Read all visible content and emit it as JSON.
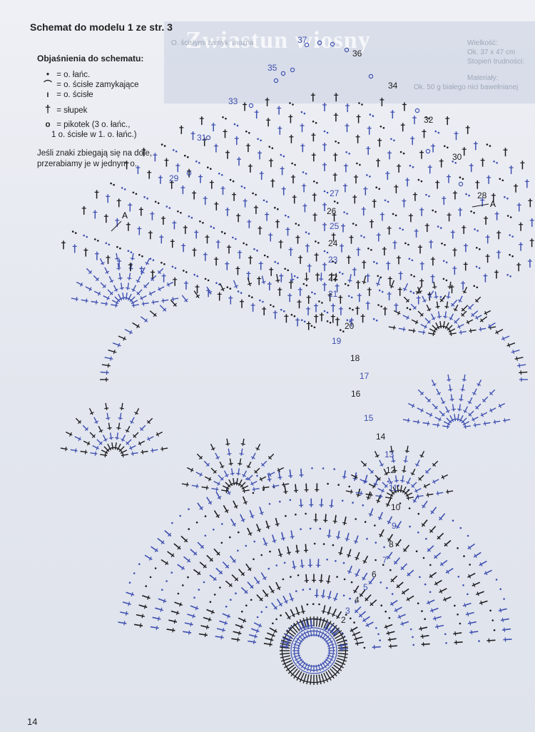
{
  "heading": "Schemat do modelu 1 ze str. 3",
  "legend": {
    "title": "Objaśnienia do schematu:",
    "items": [
      {
        "symbol": "•",
        "text": "= o. łańc."
      },
      {
        "symbol": "⌒",
        "text": "= o. ścisłe zamykające"
      },
      {
        "symbol": "ı",
        "text": "= o. ścisłe"
      },
      {
        "symbol": "†",
        "text": "= słupek"
      },
      {
        "symbol": "o",
        "text": "= pikotek (3 o. łańc.,"
      },
      {
        "symbol": "",
        "text": "1 o. ścisłe w 1. o. łańc.)"
      }
    ]
  },
  "note": "Jeśli znaki zbiegają się na dole, przerabiamy je w jednym o.",
  "background_text": {
    "title": "Zwiastun wiosny",
    "lines": [
      "Wielkość:",
      "Ok. 37 x 47 cm",
      "Stopień trudności:",
      "Materiały:",
      "Ok. 50 g białego nici bawełnianej",
      "O. ścisłymi zamyk. można"
    ]
  },
  "diagram": {
    "marker_label": "A",
    "row_labels": [
      "2",
      "3",
      "4",
      "5",
      "6",
      "7",
      "8",
      "9",
      "10",
      "11",
      "12",
      "13",
      "14",
      "15",
      "16",
      "17",
      "18",
      "19",
      "20",
      "21",
      "22",
      "23",
      "24",
      "25",
      "26",
      "27",
      "28",
      "29",
      "30",
      "31",
      "32",
      "33",
      "34",
      "35",
      "36",
      "37"
    ],
    "colors": {
      "black": "#1d1d1f",
      "blue": "#3e4fb0"
    }
  },
  "page_number": "14"
}
